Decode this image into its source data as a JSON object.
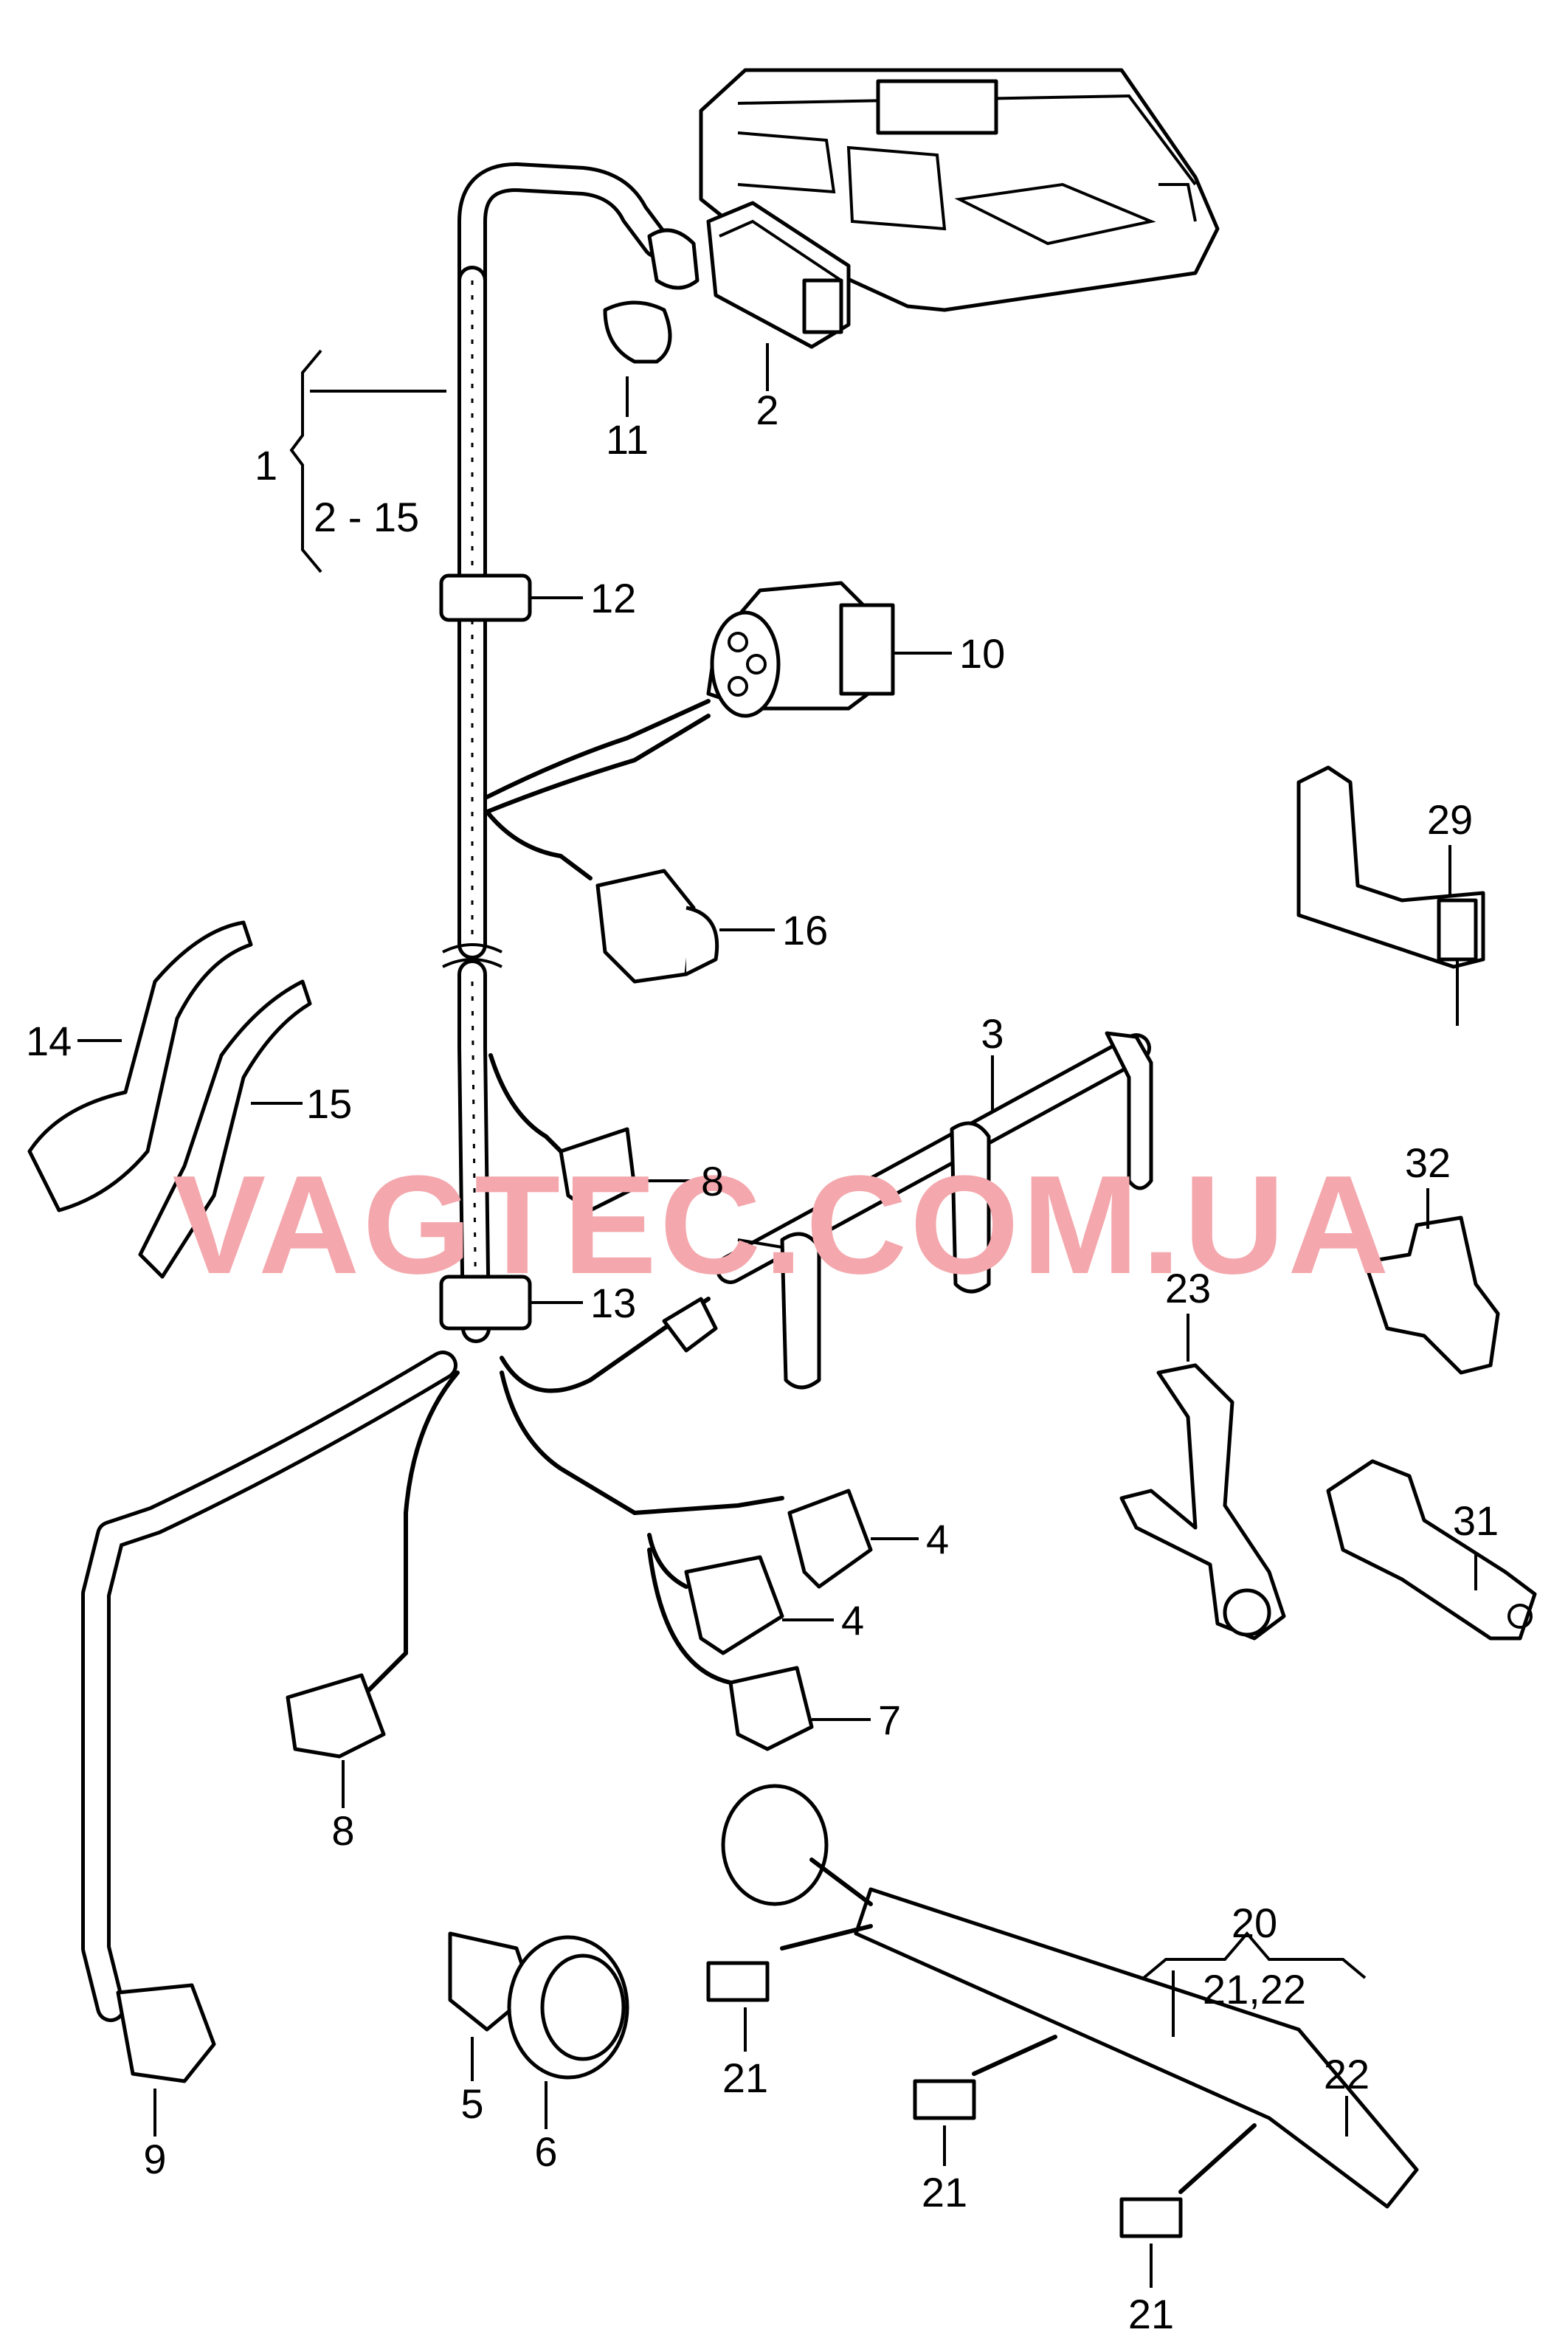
{
  "diagram": {
    "watermark": {
      "text": "VAGTEC.COM.UA",
      "color": "#f4a8ad"
    },
    "callouts": [
      {
        "id": "c1",
        "text": "1"
      },
      {
        "id": "c1-range",
        "text": "2 - 15"
      },
      {
        "id": "c2",
        "text": "2"
      },
      {
        "id": "c3",
        "text": "3"
      },
      {
        "id": "c4a",
        "text": "4"
      },
      {
        "id": "c4b",
        "text": "4"
      },
      {
        "id": "c5",
        "text": "5"
      },
      {
        "id": "c6",
        "text": "6"
      },
      {
        "id": "c7",
        "text": "7"
      },
      {
        "id": "c8a",
        "text": "8"
      },
      {
        "id": "c8b",
        "text": "8"
      },
      {
        "id": "c9",
        "text": "9"
      },
      {
        "id": "c10",
        "text": "10"
      },
      {
        "id": "c11",
        "text": "11"
      },
      {
        "id": "c12",
        "text": "12"
      },
      {
        "id": "c13",
        "text": "13"
      },
      {
        "id": "c14",
        "text": "14"
      },
      {
        "id": "c15",
        "text": "15"
      },
      {
        "id": "c16",
        "text": "16"
      },
      {
        "id": "c20",
        "text": "20"
      },
      {
        "id": "c20-range",
        "text": "21,22"
      },
      {
        "id": "c21a",
        "text": "21"
      },
      {
        "id": "c21b",
        "text": "21"
      },
      {
        "id": "c21c",
        "text": "21"
      },
      {
        "id": "c22",
        "text": "22"
      },
      {
        "id": "c23",
        "text": "23"
      },
      {
        "id": "c29",
        "text": "29"
      },
      {
        "id": "c31",
        "text": "31"
      },
      {
        "id": "c32",
        "text": "32"
      }
    ]
  }
}
